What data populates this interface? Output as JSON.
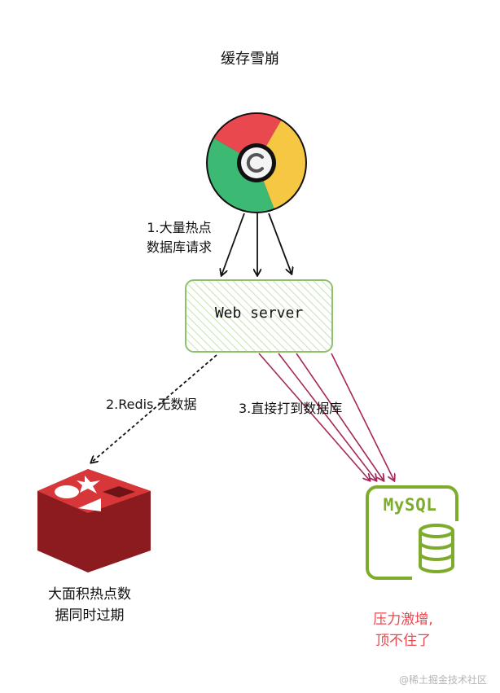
{
  "title": "缓存雪崩",
  "labels": {
    "requests": "1.大量热点\n数据库请求",
    "redis_miss": "2.Redis 无数据",
    "to_db": "3.直接打到数据库",
    "expire": "大面积热点数\n据同时过期",
    "pressure": "压力激增,\n顶不住了"
  },
  "nodes": {
    "browser": "chrome-icon",
    "server": "Web server",
    "redis": "redis-icon",
    "mysql": "MySQL"
  },
  "watermark": "@稀土掘金技术社区",
  "colors": {
    "server_border": "#8fc16a",
    "db_arrow": "#a3285a",
    "mysql_green": "#7dab2c",
    "redis_red": "#c62a2f",
    "pressure_red": "#e9484f"
  }
}
